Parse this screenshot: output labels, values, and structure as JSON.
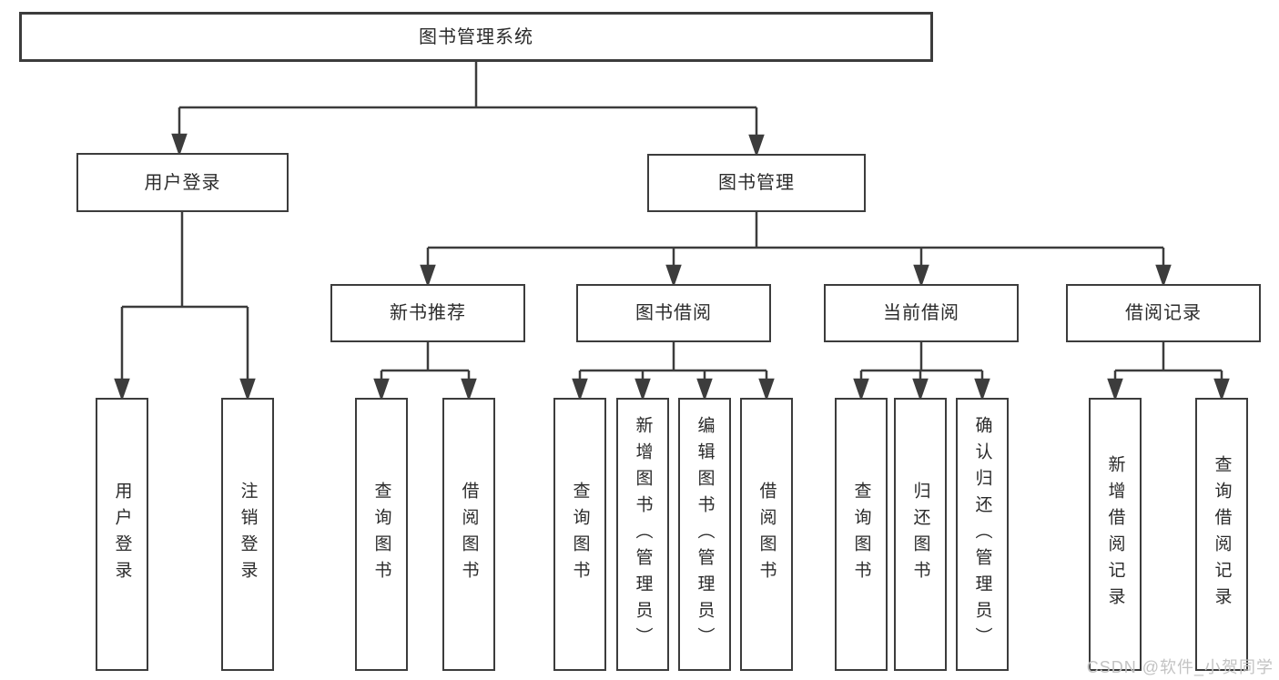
{
  "watermark": "CSDN @软件_小贺同学",
  "nodes": {
    "root": {
      "label": "图书管理系统"
    },
    "userLogin": {
      "label": "用户登录"
    },
    "bookMgmt": {
      "label": "图书管理"
    },
    "login": {
      "label": "用户登录"
    },
    "logout": {
      "label": "注销登录"
    },
    "newBookRec": {
      "label": "新书推荐"
    },
    "bookBorrow": {
      "label": "图书借阅"
    },
    "currentBorrow": {
      "label": "当前借阅"
    },
    "borrowRecord": {
      "label": "借阅记录"
    },
    "nbrQuery": {
      "label": "查询图书"
    },
    "nbrBorrow": {
      "label": "借阅图书"
    },
    "bbQuery": {
      "label": "查询图书"
    },
    "bbAdd": {
      "label": "新增图书（管理员）"
    },
    "bbEdit": {
      "label": "编辑图书（管理员）"
    },
    "bbBorrow": {
      "label": "借阅图书"
    },
    "cbQuery": {
      "label": "查询图书"
    },
    "cbReturn": {
      "label": "归还图书"
    },
    "cbConfirm": {
      "label": "确认归还（管理员）"
    },
    "brAdd": {
      "label": "新增借阅记录"
    },
    "brQuery": {
      "label": "查询借阅记录"
    }
  },
  "colors": {
    "line": "#3c3c3c",
    "text": "#2b2b2b",
    "watermark": "#c3c3c3"
  }
}
